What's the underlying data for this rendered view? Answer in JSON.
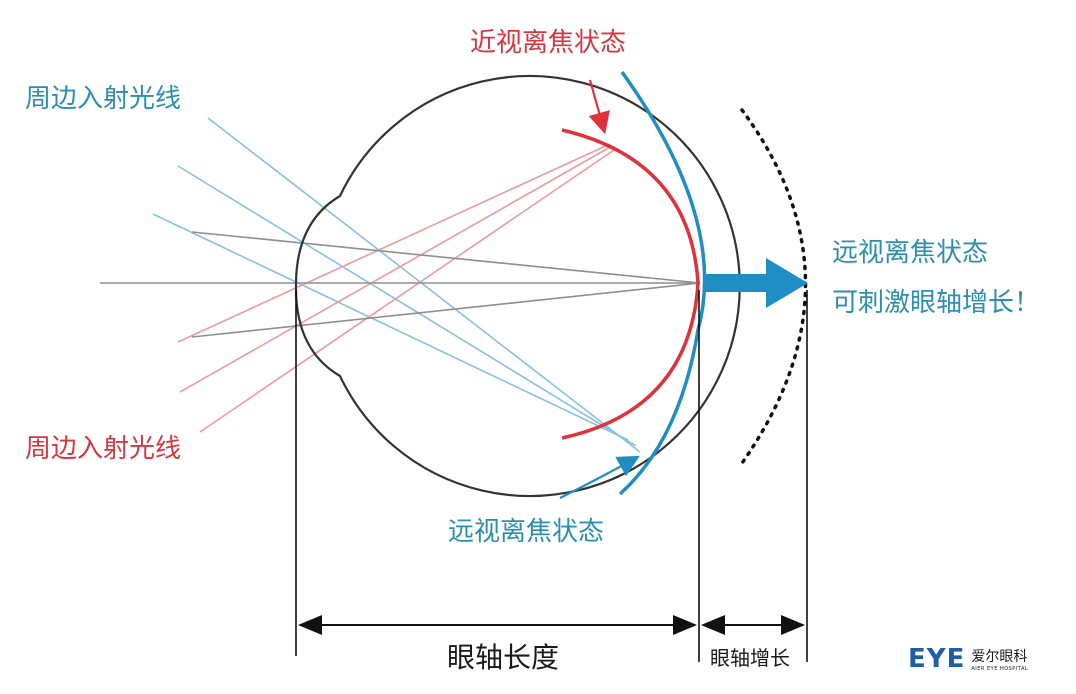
{
  "labels": {
    "myopic_defocus_top": "近视离焦状态",
    "peripheral_rays_blue": "周边入射光线",
    "peripheral_rays_red": "周边入射光线",
    "hyperopic_defocus_bottom": "远视离焦状态",
    "hyperopic_defocus_right": "远视离焦状态",
    "stimulate_axial_growth": "可刺激眼轴增长！",
    "axial_length": "眼轴长度",
    "axial_growth": "眼轴增长"
  },
  "logo": {
    "mark": "EYE",
    "name_cn": "爱尔眼科",
    "name_en": "AIER EYE HOSPITAL"
  },
  "colors": {
    "teal_text": "#2a8fb0",
    "red_text": "#d9353f",
    "blue_line": "#1f8ec4",
    "red_line": "#e0323c",
    "light_blue_ray": "#88c1df",
    "light_red_ray": "#f0999c",
    "gray_ray": "#8f8f8f",
    "eye_outline": "#333333",
    "logo_blue": "#1f5ea8"
  }
}
